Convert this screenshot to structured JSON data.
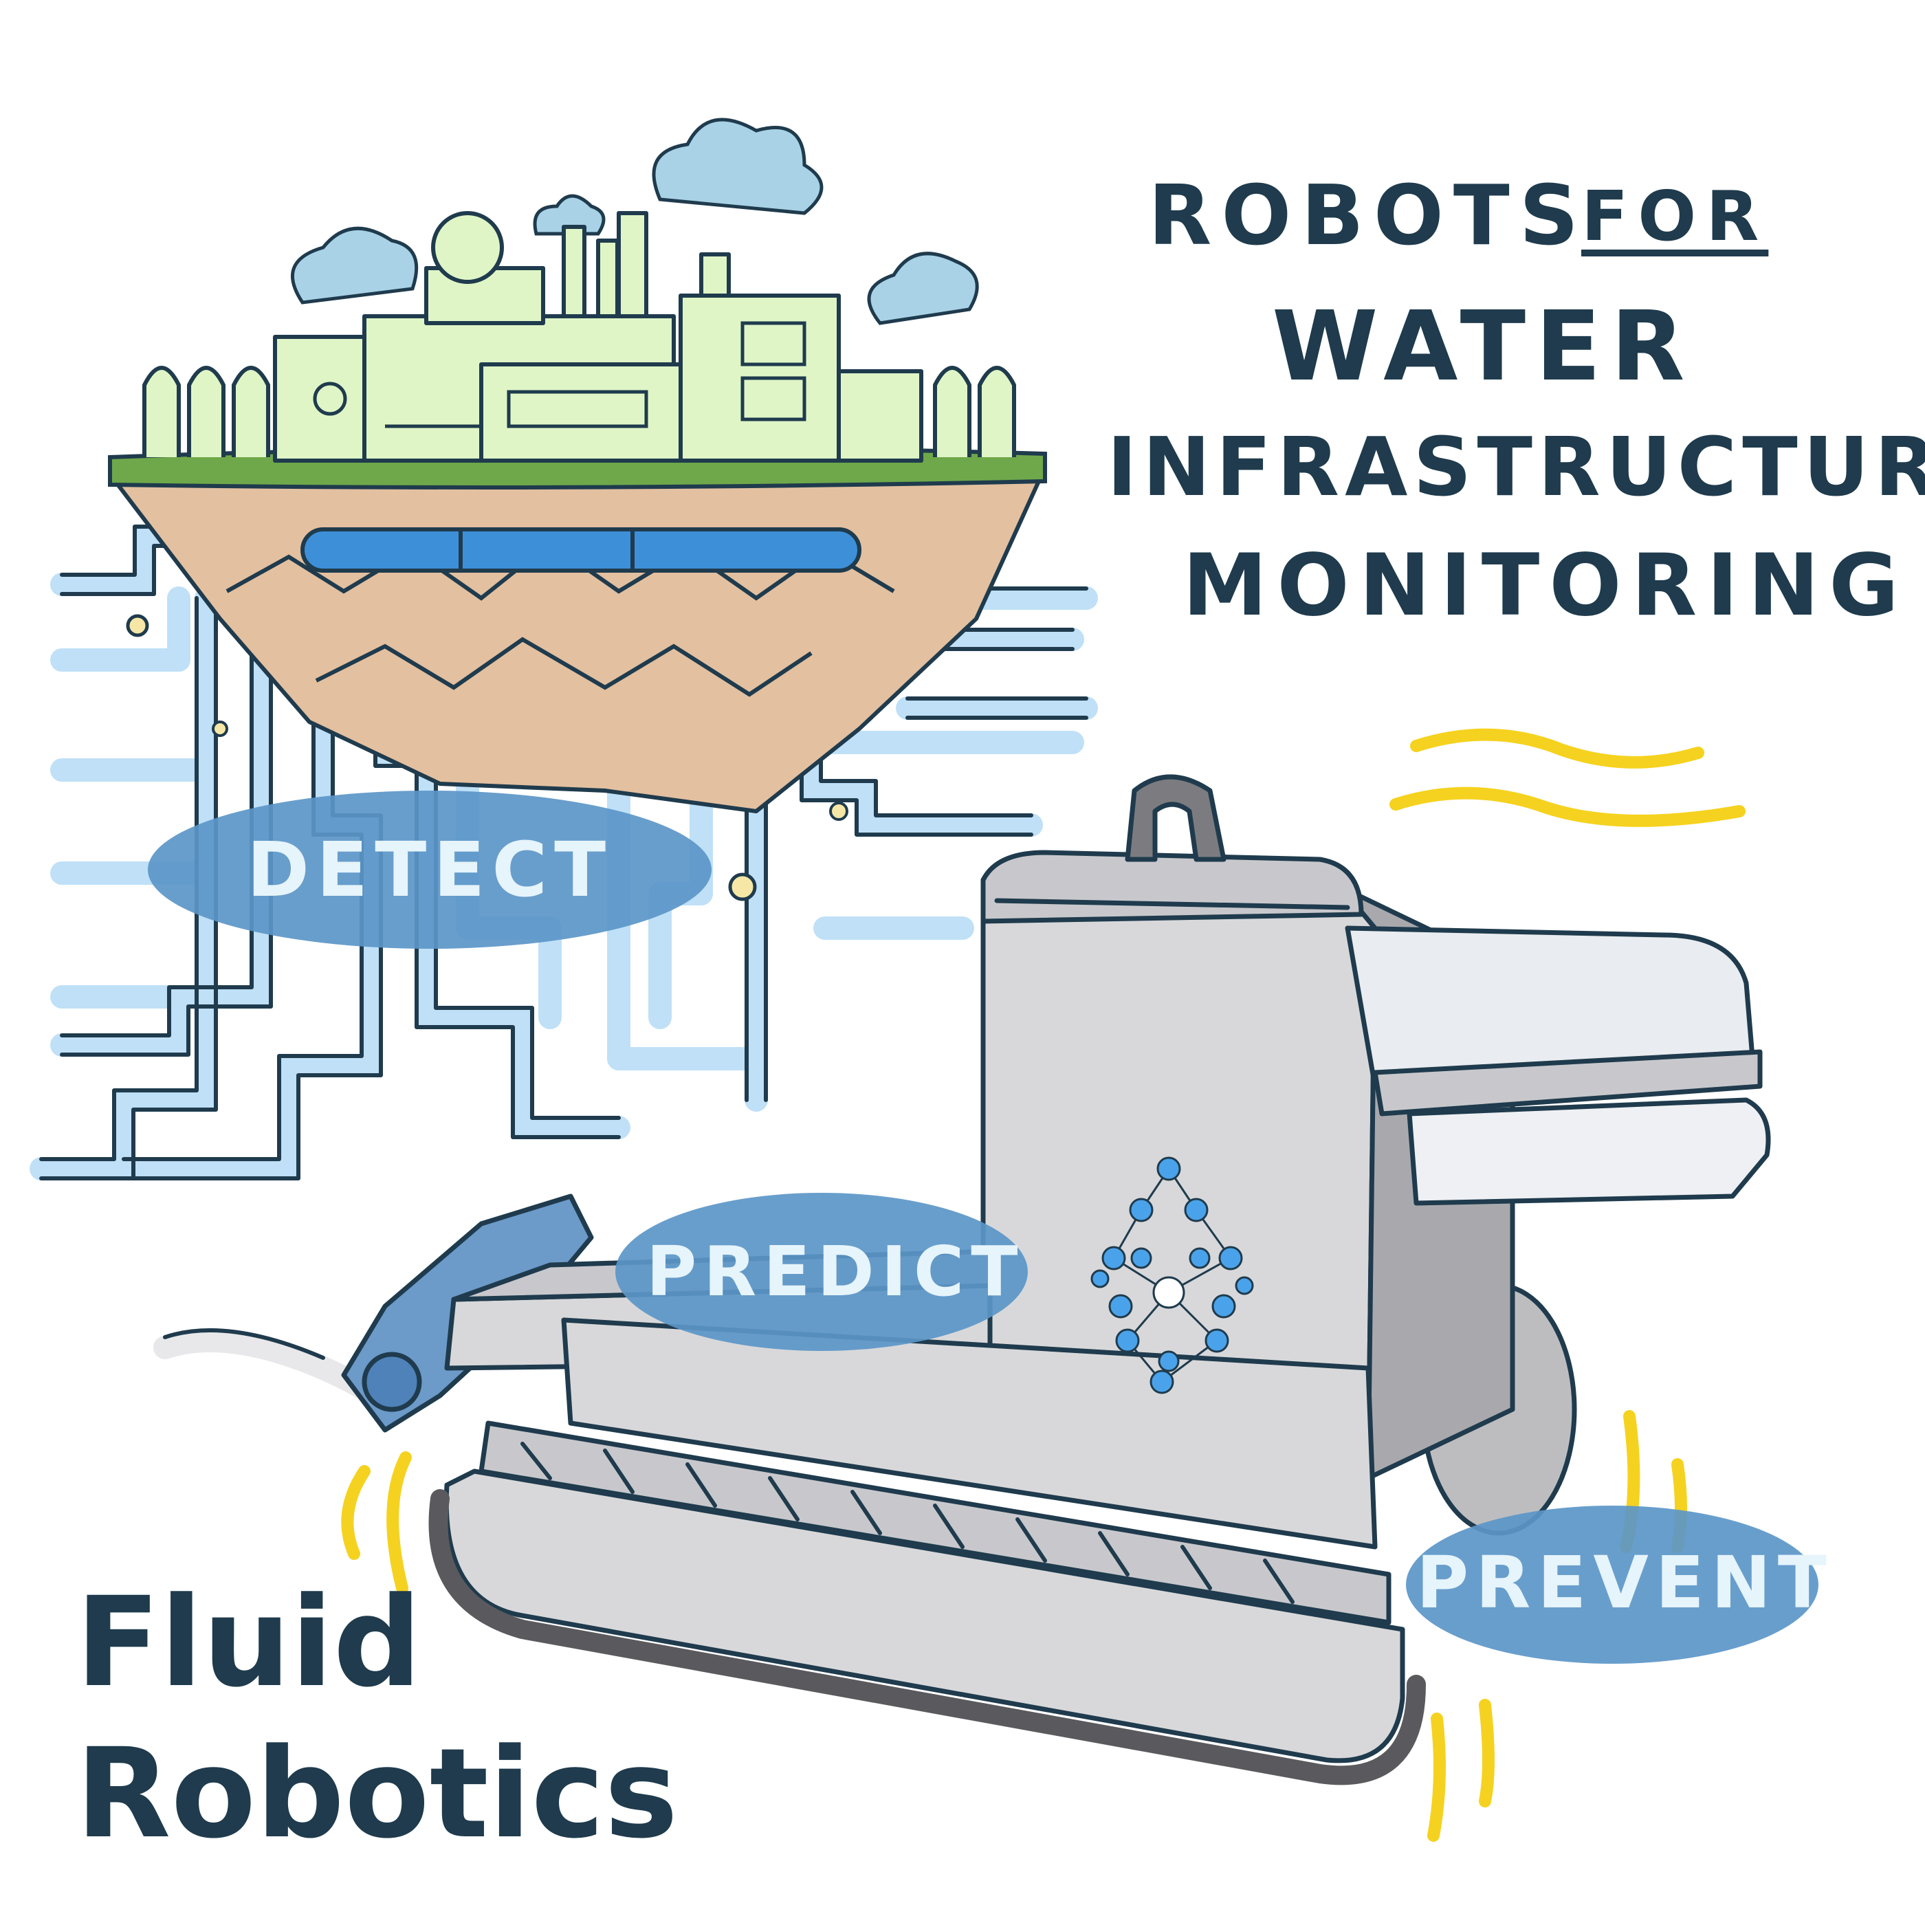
{
  "title": {
    "word_robots": "ROBOTS",
    "word_for": "FOR",
    "line_water": "WATER",
    "line_infrastructure": "INFRASTRUCTURE",
    "line_monitoring": "MONITORING"
  },
  "labels": {
    "detect": "DETECT",
    "predict": "PREDICT",
    "prevent": "PREVENT"
  },
  "brand": {
    "line1": "Fluid",
    "line2": "Robotics"
  },
  "colors": {
    "title_ink": "#1f3b4d",
    "pill_blue": "#5b96c8",
    "pipe_light": "#bfe0f7",
    "pipe_main": "#3d90d8",
    "grass": "#6fa84a",
    "soil": "#e3c0a0",
    "buildings": "#dff5c6",
    "smoke": "#a9d2e6",
    "robot_grey": "#d8d8da",
    "motion_yellow": "#f5d21f",
    "node_blue": "#4aa3ea"
  },
  "icons": [
    "factory-island-illustration",
    "pipe-network-illustration",
    "tracked-robot-illustration",
    "neural-network-drop-icon"
  ]
}
